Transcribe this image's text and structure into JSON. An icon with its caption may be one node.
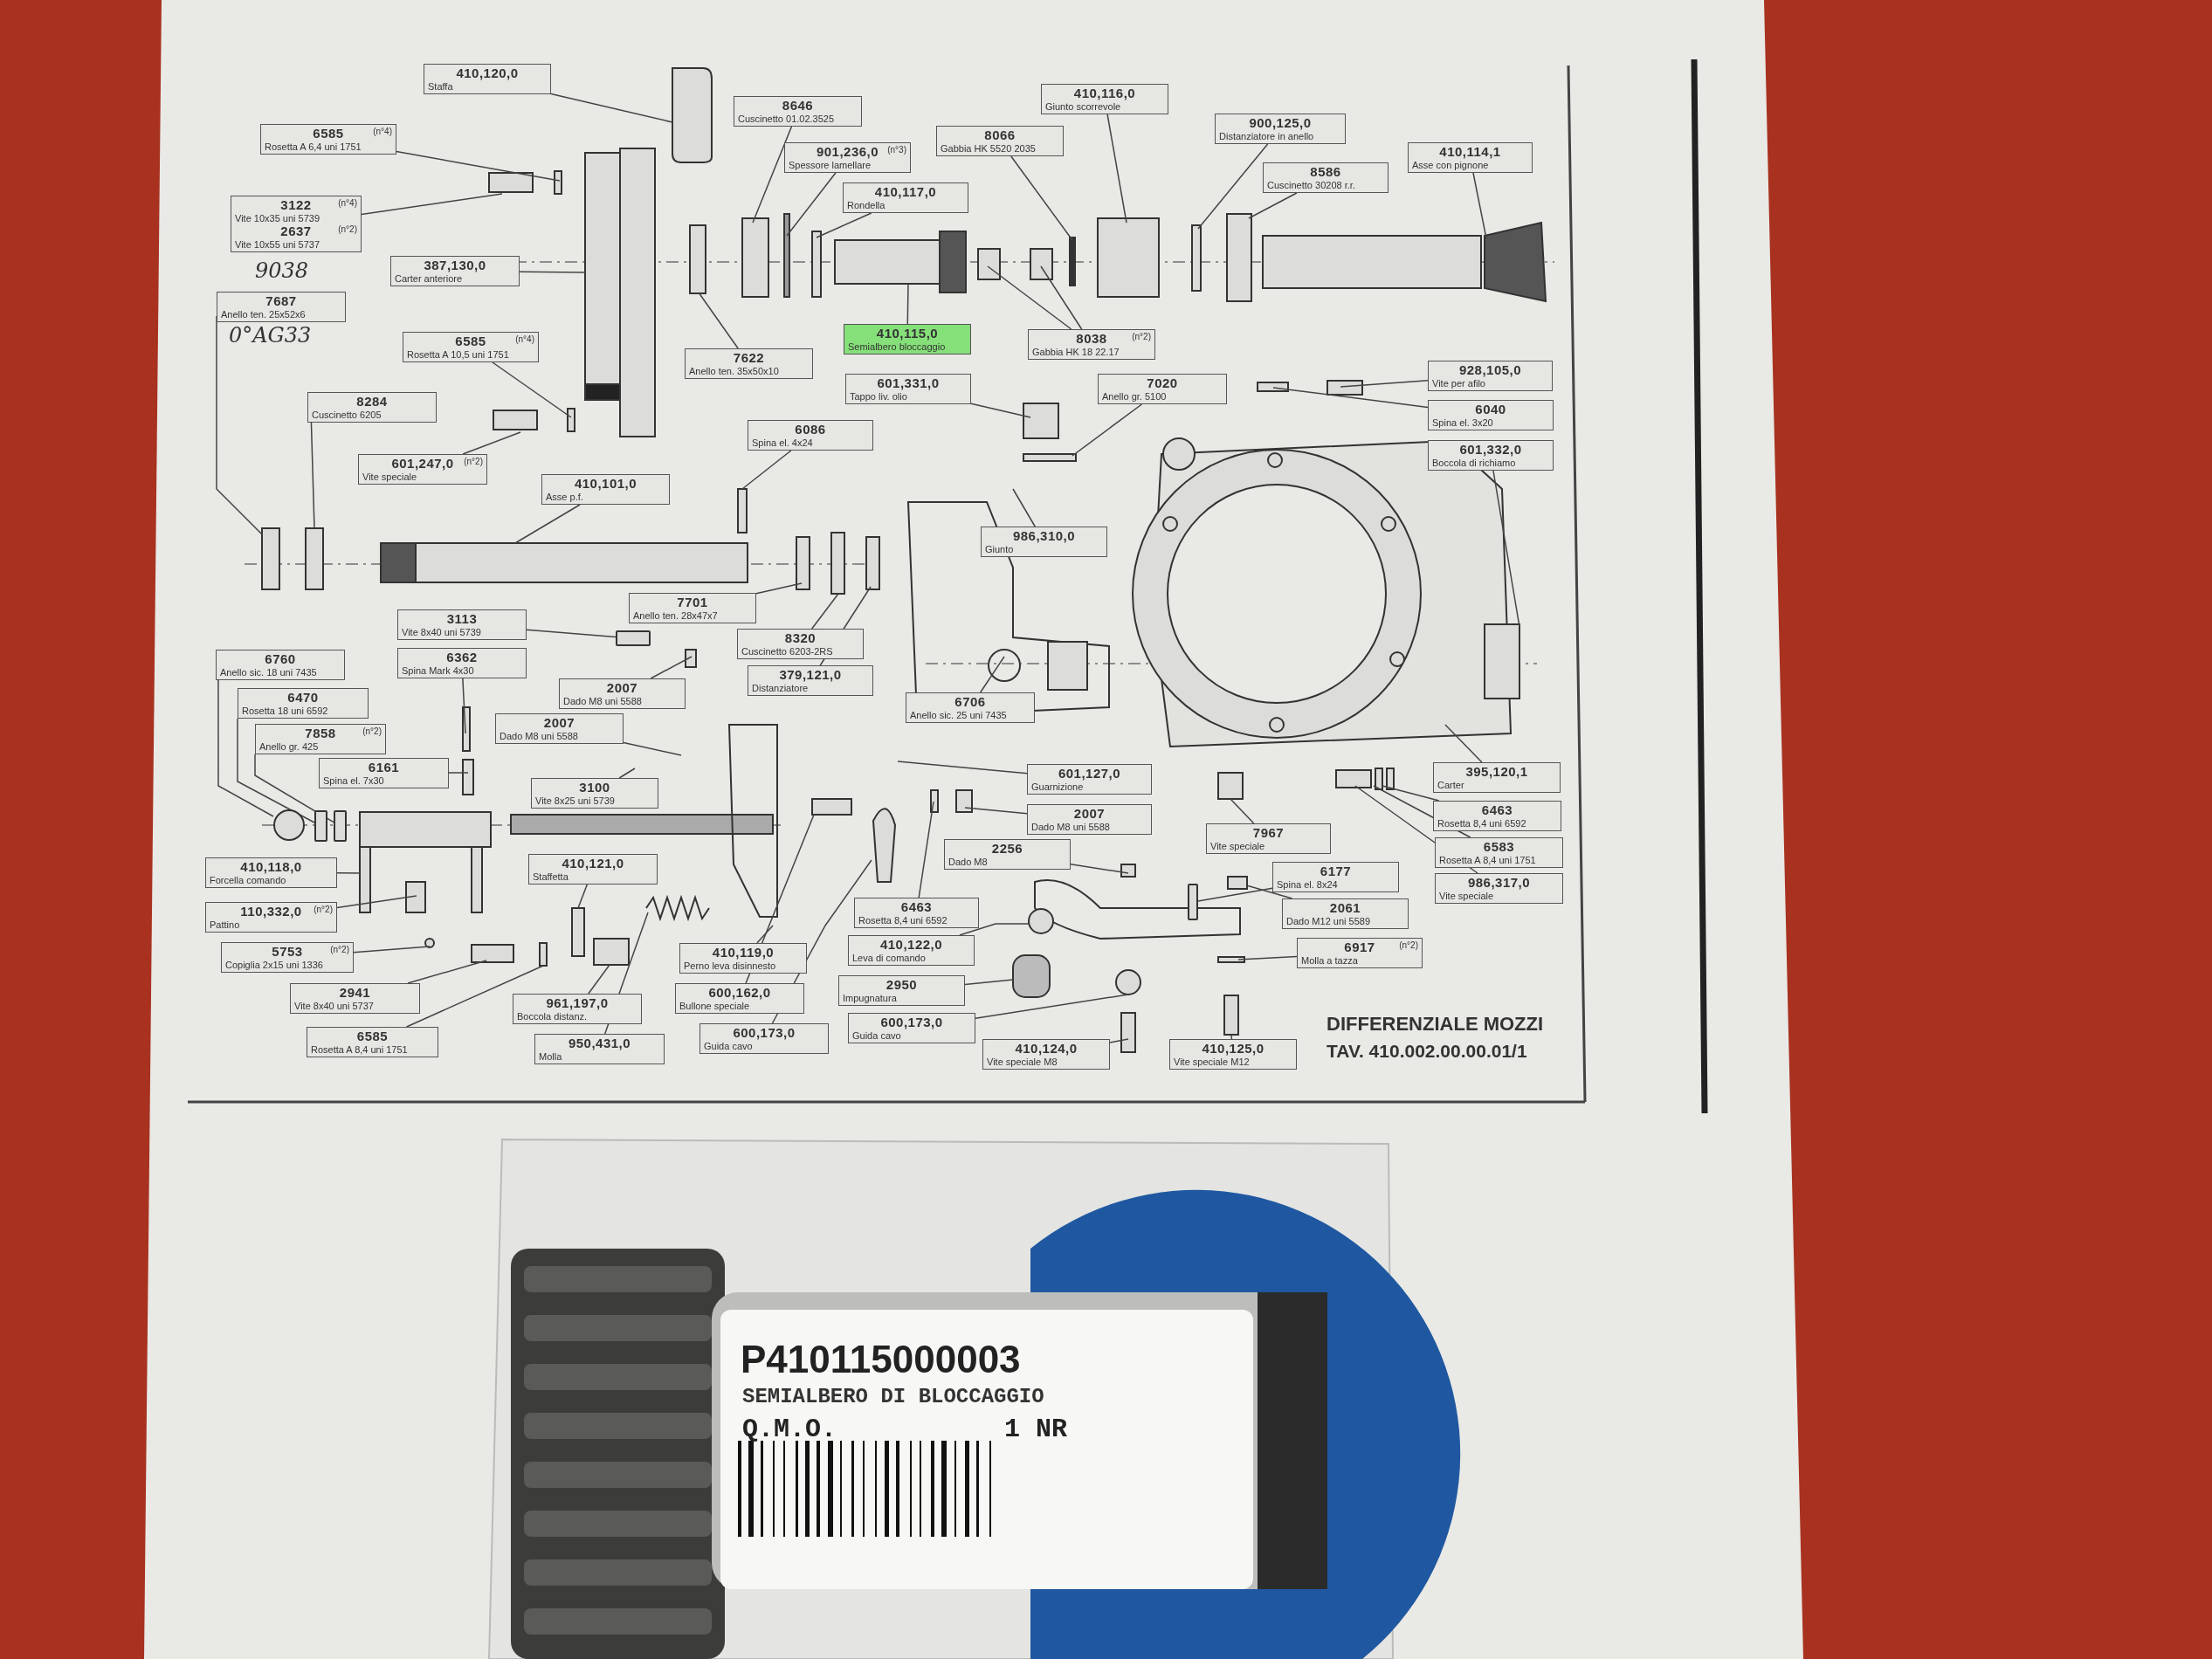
{
  "diagram": {
    "title": "DIFFERENZIALE MOZZI",
    "nodes": [
      {
        "text": [
          "410,120,0",
          "Staffa"
        ]
      },
      {
        "text": [
          "6585",
          "(n°4)",
          "Rosetta A 6,4 uni 1751"
        ]
      },
      {
        "text": [
          "8646",
          "Cuscinetto 01.02.3525"
        ]
      },
      {
        "text": [
          "410,116,0",
          "Giunto scorrevole"
        ]
      },
      {
        "text": [
          "8066",
          "Gabbia HK 5520 2035"
        ]
      },
      {
        "text": [
          "900,125,0",
          "Distanziatore in anello"
        ]
      },
      {
        "text": [
          "901,236,0",
          "(n°3)",
          "Spessore lamellare"
        ]
      },
      {
        "text": [
          "410,114,1",
          "Asse con pignone"
        ]
      },
      {
        "text": [
          "8586",
          "Cuscinetto 30208 r.r."
        ]
      },
      {
        "text": [
          "410,117,0",
          "Rondella"
        ]
      },
      {
        "text": [
          "3122",
          "(n°4)",
          "Vite 10x35 uni 5739",
          "2637",
          "(n°2)",
          "Vite 10x55 uni 5737"
        ]
      },
      {
        "text": [
          "387,130,0",
          "Carter anteriore"
        ]
      },
      {
        "text": [
          "7687",
          "Anello ten. 25x52x6"
        ]
      },
      {
        "text": [
          "410,115,0",
          "Semialbero bloccaggio"
        ]
      },
      {
        "text": [
          "8038",
          "(n°2)",
          "Gabbia HK 18 22.17"
        ]
      },
      {
        "text": [
          "6585",
          "(n°4)",
          "Rosetta A 10,5 uni 1751"
        ]
      },
      {
        "text": [
          "7622",
          "Anello ten. 35x50x10"
        ]
      },
      {
        "text": [
          "601,331,0",
          "Tappo liv. olio"
        ]
      },
      {
        "text": [
          "7020",
          "Anello gr. 5100"
        ]
      },
      {
        "text": [
          "928,105,0",
          "Vite per afilo"
        ]
      },
      {
        "text": [
          "8284",
          "Cuscinetto 6205"
        ]
      },
      {
        "text": [
          "6040",
          "Spina el. 3x20"
        ]
      },
      {
        "text": [
          "6086",
          "Spina el. 4x24"
        ]
      },
      {
        "text": [
          "601,332,0",
          "Boccola di richiamo"
        ]
      },
      {
        "text": [
          "601,247,0",
          "(n°2)",
          "Vite speciale"
        ]
      },
      {
        "text": [
          "410,101,0",
          "Asse p.f."
        ]
      },
      {
        "text": [
          "986,310,0",
          "Giunto"
        ]
      },
      {
        "text": [
          "3113",
          "Vite 8x40 uni 5739"
        ]
      },
      {
        "text": [
          "7701",
          "Anello ten. 28x47x7"
        ]
      },
      {
        "text": [
          "8320",
          "Cuscinetto 6203-2RS"
        ]
      },
      {
        "text": [
          "6760",
          "Anello sic. 18 uni 7435"
        ]
      },
      {
        "text": [
          "6362",
          "Spina Mark 4x30"
        ]
      },
      {
        "text": [
          "379,121,0",
          "Distanziatore"
        ]
      },
      {
        "text": [
          "2007",
          "Dado M8 uni 5588"
        ]
      },
      {
        "text": [
          "6470",
          "Rosetta 18 uni 6592"
        ]
      },
      {
        "text": [
          "6706",
          "Anello sic. 25 uni 7435"
        ]
      },
      {
        "text": [
          "2007",
          "Dado M8 uni 5588"
        ]
      },
      {
        "text": [
          "7858",
          "(n°2)",
          "Anello gr. 425"
        ]
      },
      {
        "text": [
          "6161",
          "Spina el. 7x30"
        ]
      },
      {
        "text": [
          "395,120,1",
          "Carter"
        ]
      },
      {
        "text": [
          "601,127,0",
          "Guarnizione"
        ]
      },
      {
        "text": [
          "3100",
          "Vite 8x25 uni 5739"
        ]
      },
      {
        "text": [
          "6463",
          "Rosetta 8,4 uni 6592"
        ]
      },
      {
        "text": [
          "2007",
          "Dado M8 uni 5588"
        ]
      },
      {
        "text": [
          "7967",
          "Vite speciale"
        ]
      },
      {
        "text": [
          "6583",
          "Rosetta A 8,4 uni 1751"
        ]
      },
      {
        "text": [
          "2256",
          "Dado M8"
        ]
      },
      {
        "text": [
          "410,121,0",
          "Staffetta"
        ]
      },
      {
        "text": [
          "410,118,0",
          "Forcella comando"
        ]
      },
      {
        "text": [
          "6177",
          "Spina el. 8x24"
        ]
      },
      {
        "text": [
          "986,317,0",
          "Vite speciale"
        ]
      },
      {
        "text": [
          "6463",
          "Rosetta 8,4 uni 6592"
        ]
      },
      {
        "text": [
          "2061",
          "Dado M12 uni 5589"
        ]
      },
      {
        "text": [
          "110,332,0",
          "(n°2)",
          "Pattino"
        ]
      },
      {
        "text": [
          "410,122,0",
          "Leva di comando"
        ]
      },
      {
        "text": [
          "6917",
          "(n°2)",
          "Molla a tazza"
        ]
      },
      {
        "text": [
          "5753",
          "(n°2)",
          "Copiglia 2x15 uni 1336"
        ]
      },
      {
        "text": [
          "410,119,0",
          "Perno leva disinnesto"
        ]
      },
      {
        "text": [
          "2950",
          "Impugnatura"
        ]
      },
      {
        "text": [
          "2941",
          "Vite 8x40 uni 5737"
        ]
      },
      {
        "text": [
          "600,162,0",
          "Bullone speciale"
        ]
      },
      {
        "text": [
          "961,197,0",
          "Boccola distanz."
        ]
      },
      {
        "text": [
          "600,173,0",
          "Guida cavo"
        ]
      },
      {
        "text": [
          "600,173,0",
          "Guida cavo"
        ]
      },
      {
        "text": [
          "6585",
          "Rosetta A 8,4 uni 1751"
        ]
      },
      {
        "text": [
          "950,431,0",
          "Molla"
        ]
      },
      {
        "text": [
          "410,124,0",
          "Vite speciale M8"
        ]
      },
      {
        "text": [
          "410,125,0",
          "Vite speciale M12"
        ]
      },
      {
        "text": [],
        "shape": "bar"
      },
      {
        "text": [],
        "shape": "circle"
      },
      {
        "text": [],
        "shape": "bar"
      },
      {
        "text": [],
        "shape": "bar"
      },
      {
        "text": [],
        "shape": "bar"
      },
      {
        "text": [],
        "shape": "box"
      }
    ],
    "edges": [
      {
        "from": 0,
        "to": null,
        "arrow": "none"
      },
      {
        "from": 1,
        "to": null,
        "arrow": "none"
      },
      {
        "from": 2,
        "to": null,
        "arrow": "none"
      },
      {
        "from": 3,
        "to": null,
        "arrow": "none"
      },
      {
        "from": 4,
        "to": null,
        "arrow": "none"
      },
      {
        "from": 5,
        "to": null,
        "arrow": "none"
      },
      {
        "from": 6,
        "to": null,
        "arrow": "none"
      },
      {
        "from": 7,
        "to": null,
        "arrow": "none"
      },
      {
        "from": 8,
        "to": null,
        "arrow": "none"
      },
      {
        "from": 9,
        "to": null,
        "arrow": "none"
      },
      {
        "from": 10,
        "to": null,
        "arrow": "none"
      },
      {
        "from": 11,
        "to": null,
        "arrow": "none"
      },
      {
        "from": 12,
        "to": null,
        "arrow": "none"
      },
      {
        "from": 13,
        "to": null,
        "arrow": "none"
      },
      {
        "from": 14,
        "to": null,
        "arrow": "none"
      },
      {
        "from": 14,
        "to": null,
        "arrow": "none"
      },
      {
        "from": 15,
        "to": null,
        "arrow": "none"
      },
      {
        "from": 16,
        "to": null,
        "arrow": "none"
      },
      {
        "from": 17,
        "to": null,
        "arrow": "none"
      },
      {
        "from": 18,
        "to": null,
        "arrow": "none"
      },
      {
        "from": 19,
        "to": null,
        "arrow": "none"
      },
      {
        "from": 20,
        "to": null,
        "arrow": "none"
      },
      {
        "from": 21,
        "to": null,
        "arrow": "none"
      },
      {
        "from": 22,
        "to": null,
        "arrow": "none"
      },
      {
        "from": 23,
        "to": null,
        "arrow": "none"
      },
      {
        "from": 24,
        "to": null,
        "arrow": "none"
      },
      {
        "from": 25,
        "to": null,
        "arrow": "none"
      },
      {
        "from": 26,
        "to": null,
        "arrow": "none"
      },
      {
        "from": 27,
        "to": 68,
        "arrow": "none"
      },
      {
        "from": 28,
        "to": null,
        "arrow": "none"
      },
      {
        "from": 29,
        "to": null,
        "arrow": "none"
      },
      {
        "from": 30,
        "to": 69,
        "arrow": "none"
      },
      {
        "from": 31,
        "to": null,
        "arrow": "none"
      },
      {
        "from": 32,
        "to": null,
        "arrow": "none"
      },
      {
        "from": 33,
        "to": null,
        "arrow": "none"
      },
      {
        "from": 34,
        "to": 70,
        "arrow": "none"
      },
      {
        "from": 35,
        "to": null,
        "arrow": "none"
      },
      {
        "from": 36,
        "to": null,
        "arrow": "none"
      },
      {
        "from": 37,
        "to": 71,
        "arrow": "none"
      },
      {
        "from": 38,
        "to": null,
        "arrow": "none"
      },
      {
        "from": 39,
        "to": null,
        "arrow": "none"
      },
      {
        "from": 40,
        "to": null,
        "arrow": "none"
      },
      {
        "from": 41,
        "to": null,
        "arrow": "none"
      },
      {
        "from": 42,
        "to": null,
        "arrow": "none"
      },
      {
        "from": 43,
        "to": null,
        "arrow": "none"
      },
      {
        "from": 44,
        "to": null,
        "arrow": "none"
      },
      {
        "from": 45,
        "to": null,
        "arrow": "none"
      },
      {
        "from": 46,
        "to": null,
        "arrow": "none"
      },
      {
        "from": 47,
        "to": null,
        "arrow": "none"
      },
      {
        "from": 48,
        "to": null,
        "arrow": "none"
      },
      {
        "from": 49,
        "to": 72,
        "arrow": "none"
      },
      {
        "from": 50,
        "to": null,
        "arrow": "none"
      },
      {
        "from": 51,
        "to": null,
        "arrow": "none"
      },
      {
        "from": 52,
        "to": 73,
        "arrow": "none"
      },
      {
        "from": 53,
        "to": null,
        "arrow": "none"
      },
      {
        "from": 54,
        "to": null,
        "arrow": "none"
      },
      {
        "from": 55,
        "to": null,
        "arrow": "none"
      },
      {
        "from": 56,
        "to": null,
        "arrow": "none"
      },
      {
        "from": 57,
        "to": null,
        "arrow": "none"
      },
      {
        "from": 58,
        "to": null,
        "arrow": "none"
      },
      {
        "from": 59,
        "to": null,
        "arrow": "none"
      },
      {
        "from": 60,
        "to": null,
        "arrow": "none"
      },
      {
        "from": 61,
        "to": null,
        "arrow": "none"
      },
      {
        "from": 62,
        "to": null,
        "arrow": "none"
      },
      {
        "from": 63,
        "to": null,
        "arrow": "none"
      },
      {
        "from": 64,
        "to": null,
        "arrow": "none"
      },
      {
        "from": 65,
        "to": null,
        "arrow": "none"
      },
      {
        "from": 66,
        "to": null,
        "arrow": "none"
      },
      {
        "from": 67,
        "to": null,
        "arrow": "none"
      }
    ],
    "labels": [
      "9038",
      "0°AG33",
      "TAV. 410.002.00.00.01/1",
      "P410115000003",
      "SEMIALBERO DI BLOCCAGGIO",
      "Q.M.O.",
      "1 NR"
    ]
  }
}
